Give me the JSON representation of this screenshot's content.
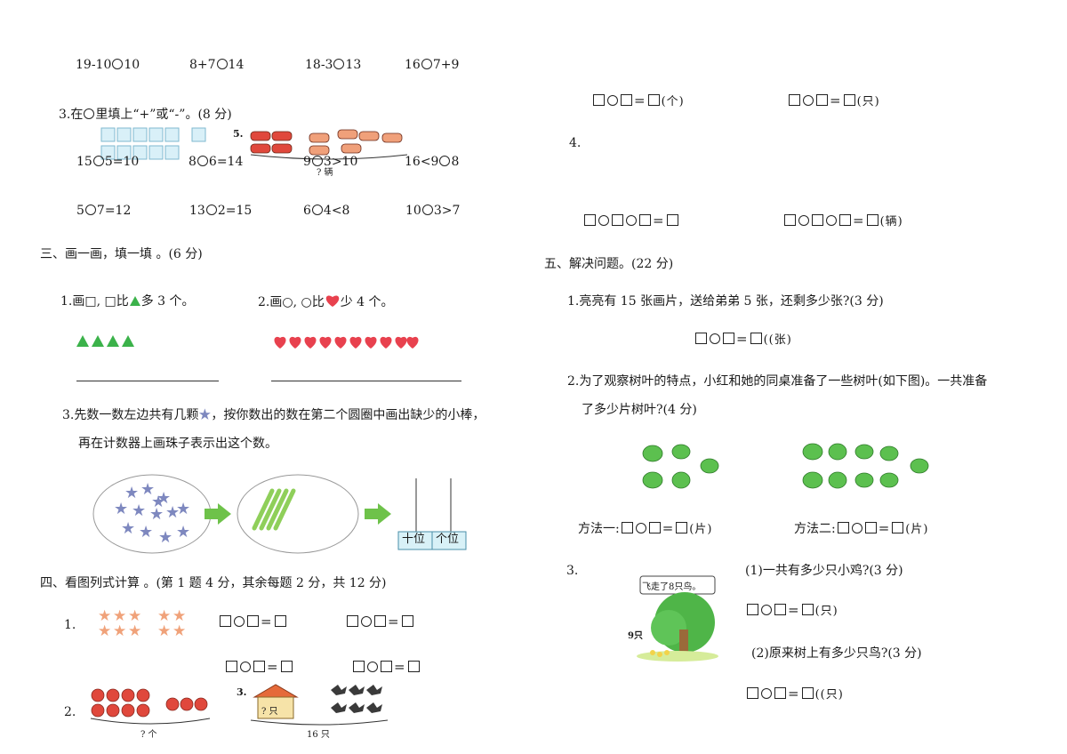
{
  "colors": {
    "triangle": "#3bb24a",
    "heart": "#e8414e",
    "star_gray": "#7e88bf",
    "star_orange": "#f0a27a",
    "leaf": "#5cc04f",
    "bird": "#3a3a3a",
    "tree": "#4fb548",
    "arrow": "#6ec24a",
    "counter_label_bg": "#d8f1f7"
  },
  "compare_row": [
    "19-10",
    "10",
    "8+7",
    "14",
    "18-3",
    "13",
    "16",
    "7+9"
  ],
  "q3": {
    "title": "3.在",
    "title_rest": "里填上“+”或“-”。(8 分)",
    "row1": [
      {
        "l": "15",
        "r": "5=10"
      },
      {
        "l": "8",
        "r": "6=14"
      },
      {
        "l": "9",
        "r": "3>10"
      },
      {
        "l": "16<9",
        "r": "8"
      }
    ],
    "row2": [
      {
        "l": "5",
        "r": "7=12"
      },
      {
        "l": "13",
        "r": "2=15"
      },
      {
        "l": "6",
        "r": "4<8"
      },
      {
        "l": "10",
        "r": "3>7"
      }
    ],
    "fig5_label": "5.",
    "fig5_caption": "? 辆"
  },
  "sec3": {
    "title": "三、画一画，填一填 。(6 分)",
    "q1": {
      "prefix": "1.画□, □比",
      "suffix": "多 3 个。"
    },
    "q2": {
      "prefix": "2.画○, ○比",
      "suffix": "少 4 个。"
    },
    "q3_line1_a": "3.先数一数左边共有几颗",
    "q3_line1_b": "，按你数出的数在第二个圆圈中画出缺少的小棒，",
    "q3_line2": "再在计数器上画珠子表示出这个数。",
    "counter": {
      "tens": "十位",
      "ones": "个位"
    }
  },
  "sec4": {
    "title": "四、看图列式计算 。(第 1 题 4 分，其余每题 2 分，共 12 分)",
    "q1_label": "1.",
    "q2_label": "2.",
    "q2_caption": "? 个",
    "q3_label": "3.",
    "q3_house": "? 只",
    "q3_caption": "16 只"
  },
  "right": {
    "unit_ge": "(个)",
    "unit_zhi": "(只)",
    "q4_label": "4.",
    "unit_liang": "(辆)",
    "sec5_title": "五、解决问题。(22 分)",
    "p1": "1.亮亮有 15 张画片，送给弟弟 5 张，还剩多少张?(3 分)",
    "p1_unit": "((张)",
    "p2_line1": "2.为了观察树叶的特点，小红和她的同桌准备了一些树叶(如下图)。一共准备",
    "p2_line2": "了多少片树叶?(4 分)",
    "method1": "方法一:",
    "method2": "方法二:",
    "unit_pian": "(片)",
    "p3_label": "3.",
    "p3_q1": "(1)一共有多少只小鸡?(3 分)",
    "p3_q1_unit": "(只)",
    "p3_q2": "(2)原来树上有多少只鸟?(3 分)",
    "p3_q2_unit": "((只)",
    "bubble": "飞走了8只鸟。",
    "chicks": "9只"
  }
}
